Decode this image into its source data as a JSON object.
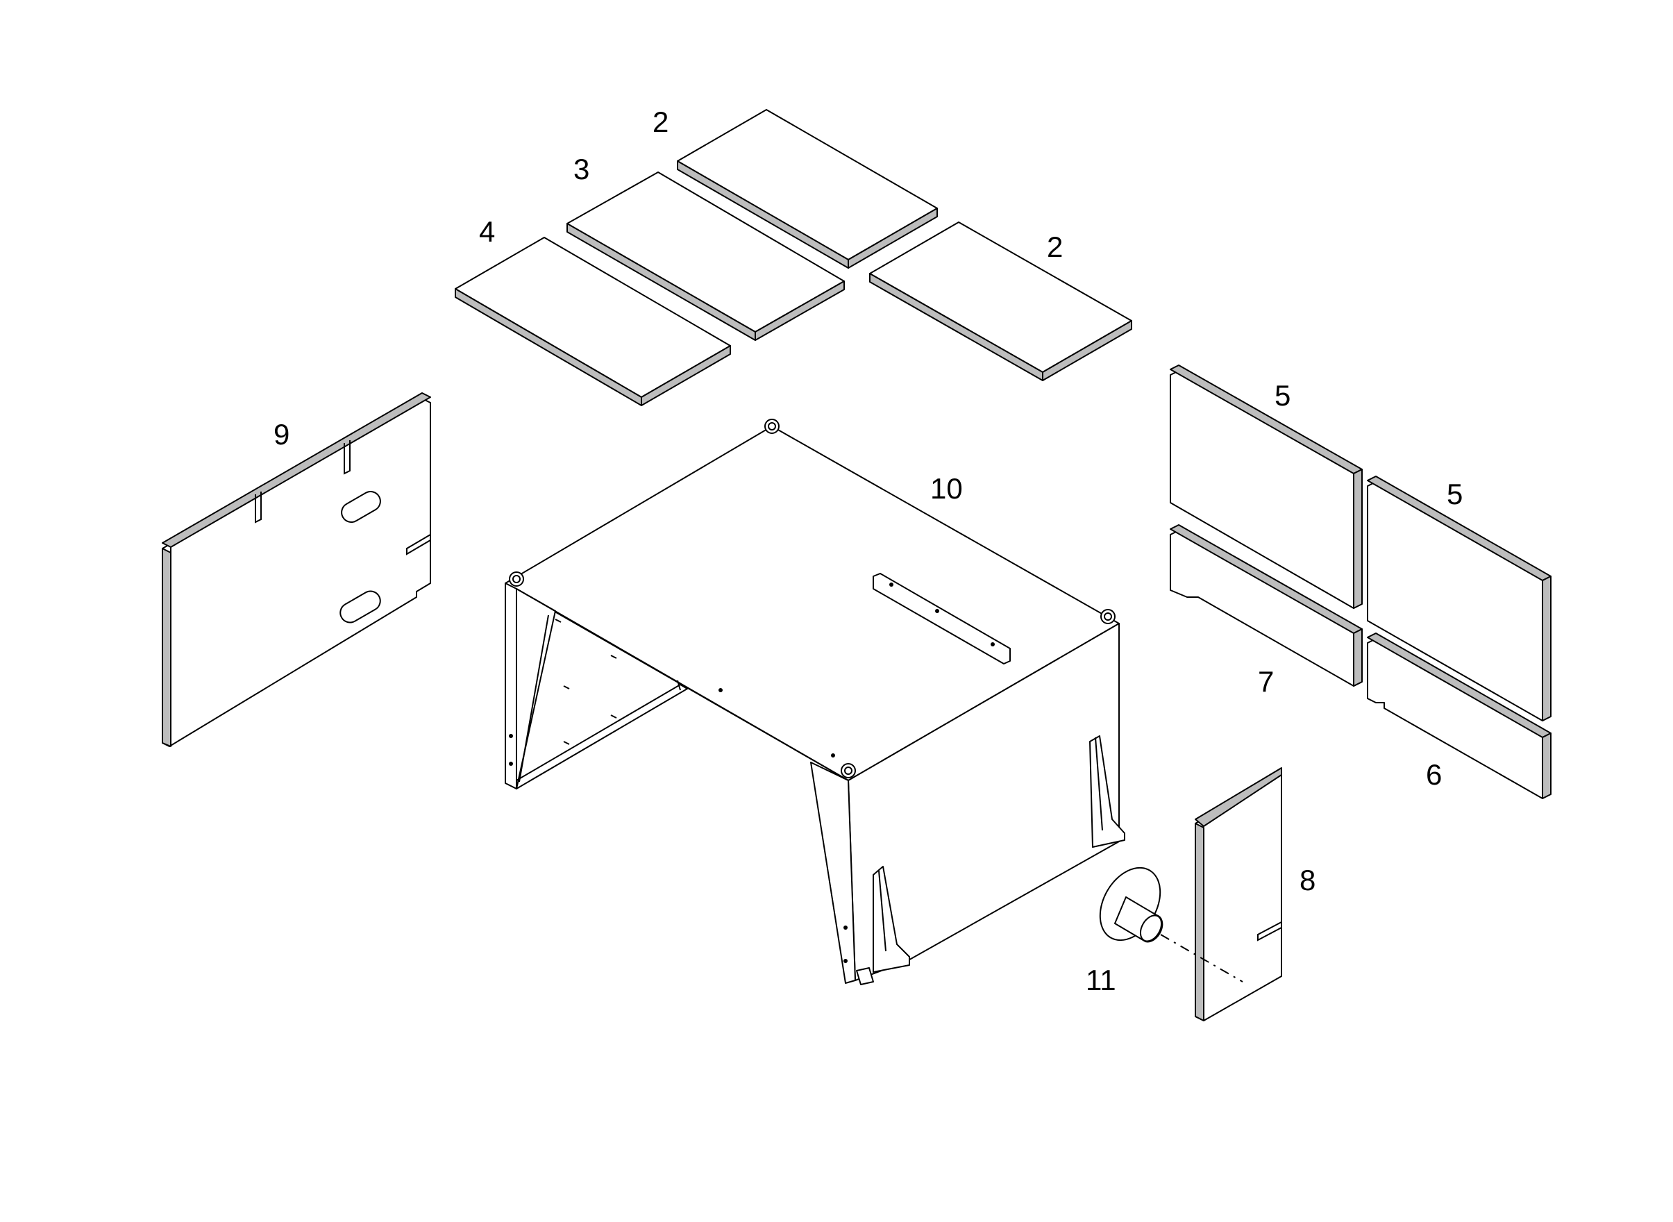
{
  "diagram": {
    "callouts": [
      {
        "id": "plate-2a",
        "text": "2"
      },
      {
        "id": "plate-3",
        "text": "3"
      },
      {
        "id": "plate-4",
        "text": "4"
      },
      {
        "id": "plate-2b",
        "text": "2"
      },
      {
        "id": "panel-9",
        "text": "9"
      },
      {
        "id": "frame-10",
        "text": "10"
      },
      {
        "id": "panel-5a",
        "text": "5"
      },
      {
        "id": "panel-5b",
        "text": "5"
      },
      {
        "id": "panel-7",
        "text": "7"
      },
      {
        "id": "panel-6",
        "text": "6"
      },
      {
        "id": "panel-8",
        "text": "8"
      },
      {
        "id": "spool-11",
        "text": "11"
      }
    ]
  }
}
